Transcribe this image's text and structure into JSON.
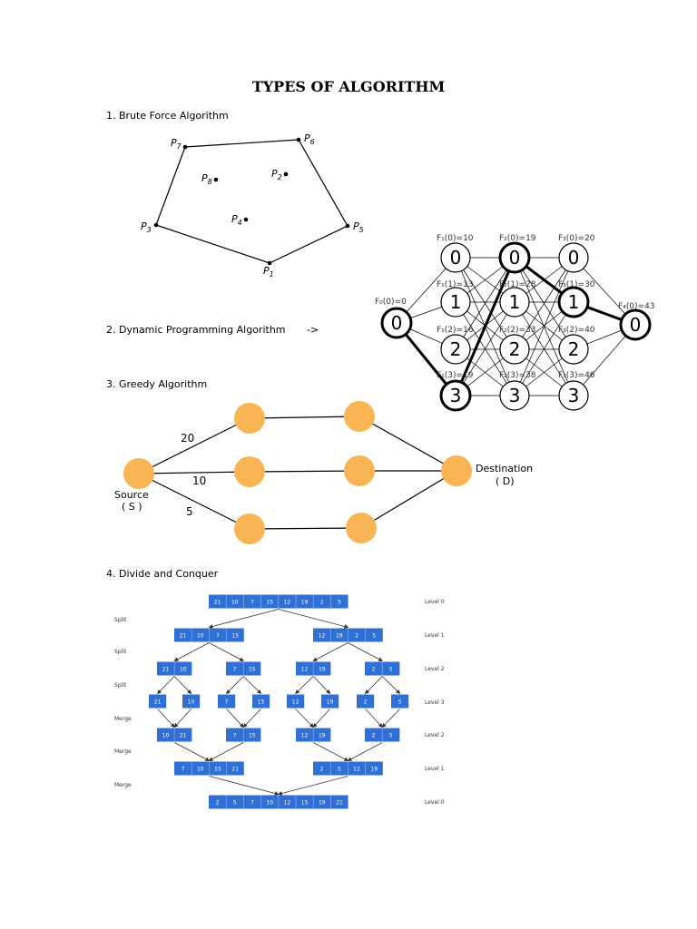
{
  "title": "TYPES OF ALGORITHM",
  "sections": [
    {
      "label": "1. Brute Force Algorithm"
    },
    {
      "label": "2. Dynamic Programming Algorithm",
      "note": "->"
    },
    {
      "label": "3.  Greedy Algorithm"
    },
    {
      "label": "4. Divide and Conquer"
    }
  ],
  "brute_force": {
    "points": [
      {
        "main": "P",
        "sub": "7"
      },
      {
        "main": "P",
        "sub": "6"
      },
      {
        "main": "P",
        "sub": "2"
      },
      {
        "main": "P",
        "sub": "8"
      },
      {
        "main": "P",
        "sub": "4"
      },
      {
        "main": "P",
        "sub": "3"
      },
      {
        "main": "P",
        "sub": "5"
      },
      {
        "main": "P",
        "sub": "1"
      }
    ]
  },
  "dp": {
    "start_label": "F₀(0)=0",
    "end_label": "F₄(0)=43",
    "col1": [
      {
        "label": "F₁(0)=10",
        "value": "0"
      },
      {
        "label": "F₁(1)=13",
        "value": "1"
      },
      {
        "label": "F₁(2)=16",
        "value": "2"
      },
      {
        "label": "F₁(3)=19",
        "value": "3"
      }
    ],
    "col2": [
      {
        "label": "F₂(0)=19",
        "value": "0"
      },
      {
        "label": "F₂(1)=28",
        "value": "1"
      },
      {
        "label": "F₂(2)=33",
        "value": "2"
      },
      {
        "label": "F₂(3)=38",
        "value": "3"
      }
    ],
    "col3": [
      {
        "label": "F₃(0)=20",
        "value": "0"
      },
      {
        "label": "F₃(1)=30",
        "value": "1"
      },
      {
        "label": "F₃(2)=40",
        "value": "2"
      },
      {
        "label": "F₃(3)=46",
        "value": "3"
      }
    ],
    "start_value": "0",
    "end_value": "0"
  },
  "greedy": {
    "source": "Source",
    "source_sub": "( S )",
    "destination": "Destination",
    "destination_sub": "( D)",
    "weights": [
      "20",
      "10",
      "5"
    ],
    "node_color": "#f9b553"
  },
  "divide_conquer": {
    "box_color": "#2f6fd6",
    "side_labels": [
      "Split",
      "Split",
      "Split",
      "Merge",
      "Merge",
      "Merge"
    ],
    "level_labels": [
      "Level 0",
      "Level 1",
      "Level 2",
      "Level 3",
      "Level 2",
      "Level 1",
      "Level 0"
    ],
    "rows": [
      [
        [
          "21",
          "10",
          "7",
          "15",
          "12",
          "19",
          "2",
          "5"
        ]
      ],
      [
        [
          "21",
          "10",
          "7",
          "15"
        ],
        [
          "12",
          "19",
          "2",
          "5"
        ]
      ],
      [
        [
          "21",
          "10"
        ],
        [
          "7",
          "15"
        ],
        [
          "12",
          "19"
        ],
        [
          "2",
          "5"
        ]
      ],
      [
        [
          "21"
        ],
        [
          "10"
        ],
        [
          "7"
        ],
        [
          "15"
        ],
        [
          "12"
        ],
        [
          "19"
        ],
        [
          "2"
        ],
        [
          "5"
        ]
      ],
      [
        [
          "10",
          "21"
        ],
        [
          "7",
          "15"
        ],
        [
          "12",
          "19"
        ],
        [
          "2",
          "5"
        ]
      ],
      [
        [
          "7",
          "10",
          "15",
          "21"
        ],
        [
          "2",
          "5",
          "12",
          "19"
        ]
      ],
      [
        [
          "2",
          "5",
          "7",
          "10",
          "12",
          "15",
          "19",
          "21"
        ]
      ]
    ]
  }
}
